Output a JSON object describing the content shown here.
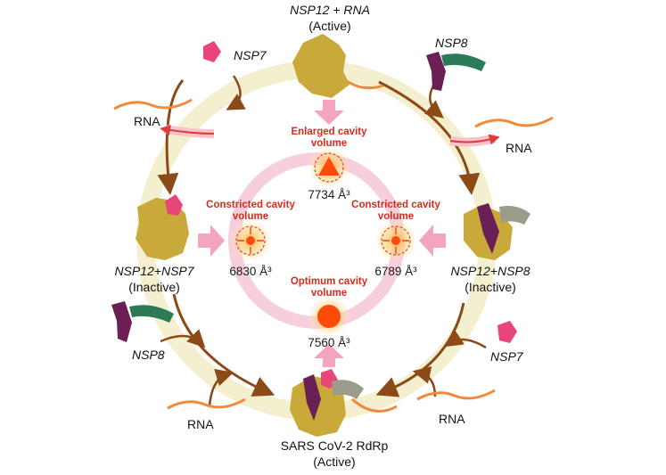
{
  "colors": {
    "ring_outer": "#f3efcf",
    "arrow_brown": "#8b4a16",
    "inner_ring": "#f7cfdc",
    "pink_arrow": "#f4a5bd",
    "cavity_core": "#ff4a0c",
    "cavity_glow": "#ffd27a",
    "label_red": "#d92b1c",
    "nsp12_gold": "#c9a93a",
    "nsp7_pink": "#e8457a",
    "nsp8_green": "#2c7a58",
    "nsp8_purple": "#6a1f55",
    "rna_orange": "#f08a3a"
  },
  "states": {
    "top": {
      "line1": "NSP12 + RNA",
      "line2": "(Active)"
    },
    "left": {
      "line1": "NSP12+NSP7",
      "line2": "(Inactive)"
    },
    "right": {
      "line1": "NSP12+NSP8",
      "line2": "(Inactive)"
    },
    "bottom": {
      "line1": "SARS CoV-2 RdRp",
      "line2": "(Active)"
    }
  },
  "components": {
    "nsp7_top_left": "NSP7",
    "nsp8_top_right": "NSP8",
    "rna_top_left": "RNA",
    "rna_top_right": "RNA",
    "nsp8_bottom_left": "NSP8",
    "rna_bottom_left": "RNA",
    "nsp7_bottom_right": "NSP7",
    "rna_bottom_right": "RNA"
  },
  "cavities": {
    "top": {
      "label_line1": "Enlarged cavity",
      "label_line2": "volume",
      "value": "7734 Å³",
      "icon": "triangle-cavity-icon"
    },
    "left": {
      "label_line1": "Constricted cavity",
      "label_line2": "volume",
      "value": "6830 Å³",
      "icon": "constricted-cavity-icon"
    },
    "right": {
      "label_line1": "Constricted cavity",
      "label_line2": "volume",
      "value": "6789 Å³",
      "icon": "constricted-cavity-icon"
    },
    "bottom": {
      "label_line1": "Optimum cavity",
      "label_line2": "volume",
      "value": "7560 Å³",
      "icon": "circle-cavity-icon"
    }
  }
}
